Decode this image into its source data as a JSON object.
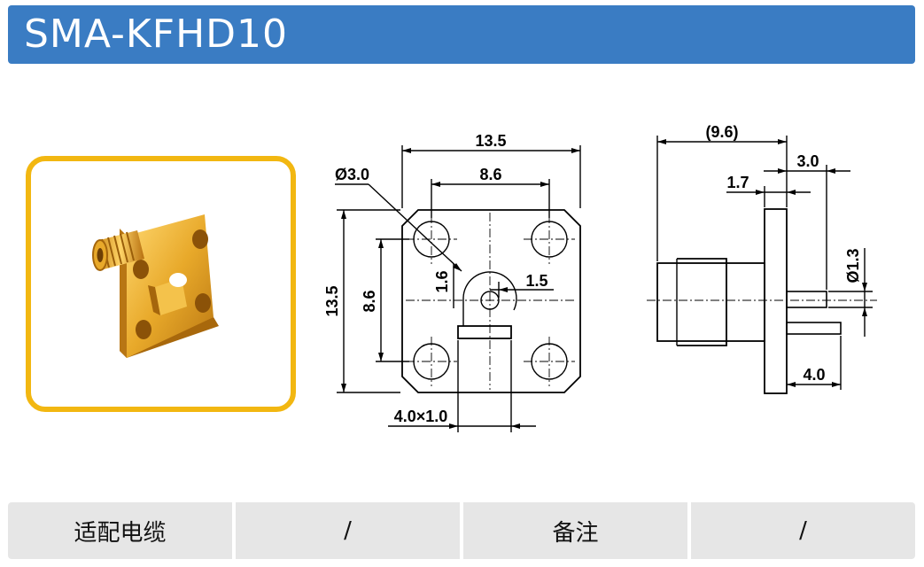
{
  "header": {
    "title": "SMA-KFHD10"
  },
  "front_view": {
    "width_label": "13.5",
    "hole_spacing_h_label": "8.6",
    "hole_diameter_label": "Ø3.0",
    "height_label": "13.5",
    "hole_spacing_v_label": "8.6",
    "pin_offset_label": "1.6",
    "pin_size_label": "1.5",
    "tab_label": "4.0×1.0"
  },
  "side_view": {
    "overall_length_label": "(9.6)",
    "pin_length_label": "3.0",
    "flange_thickness_label": "1.7",
    "pin_diameter_label": "Ø1.3",
    "tab_length_label": "4.0"
  },
  "info_table": {
    "cable_label": "适配电缆",
    "cable_value": "/",
    "note_label": "备注",
    "note_value": "/"
  },
  "colors": {
    "header_bg": "#3a7cc3",
    "frame_border": "#f2b711",
    "table_bg": "#e6e6e6"
  }
}
